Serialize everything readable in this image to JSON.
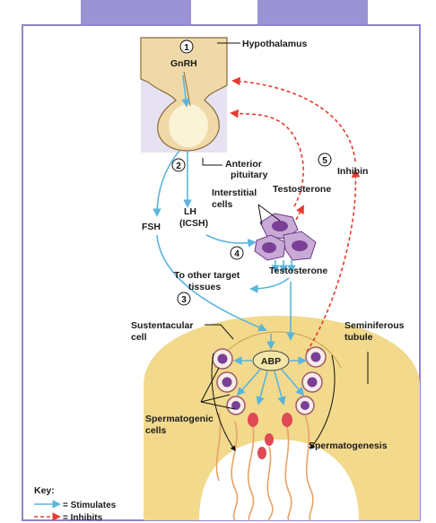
{
  "colors": {
    "frame": "#8e86c9",
    "tab": "#9b93d4",
    "hypothalamus": "#f0d9a8",
    "pituitary_highlight": "#fbf3d6",
    "lavender": "#e6e2f2",
    "tubule": "#f2d98c",
    "stimulates": "#5bb5dd",
    "inhibits": "#e43b2f",
    "cell_fill": "#c9a9d6",
    "nucleus": "#7a3f96"
  },
  "labels": {
    "hypothalamus": "Hypothalamus",
    "gnrh": "GnRH",
    "anterior_pituitary_1": "Anterior",
    "anterior_pituitary_2": "pituitary",
    "inhibin": "Inhibin",
    "testosterone_top": "Testosterone",
    "interstitial_1": "Interstitial",
    "interstitial_2": "cells",
    "lh_1": "LH",
    "lh_2": "(ICSH)",
    "fsh": "FSH",
    "testosterone_mid": "Testosterone",
    "other_targets_1": "To other target",
    "other_targets_2": "tissues",
    "sustentacular_1": "Sustentacular",
    "sustentacular_2": "cell",
    "seminiferous_1": "Seminiferous",
    "seminiferous_2": "tubule",
    "abp": "ABP",
    "spermatogenic_1": "Spermatogenic",
    "spermatogenic_2": "cells",
    "spermatogenesis": "Spermatogenesis"
  },
  "steps": [
    "1",
    "2",
    "3",
    "4",
    "5"
  ],
  "key": {
    "title": "Key:",
    "stimulates": "= Stimulates",
    "inhibits": "= Inhibits"
  }
}
